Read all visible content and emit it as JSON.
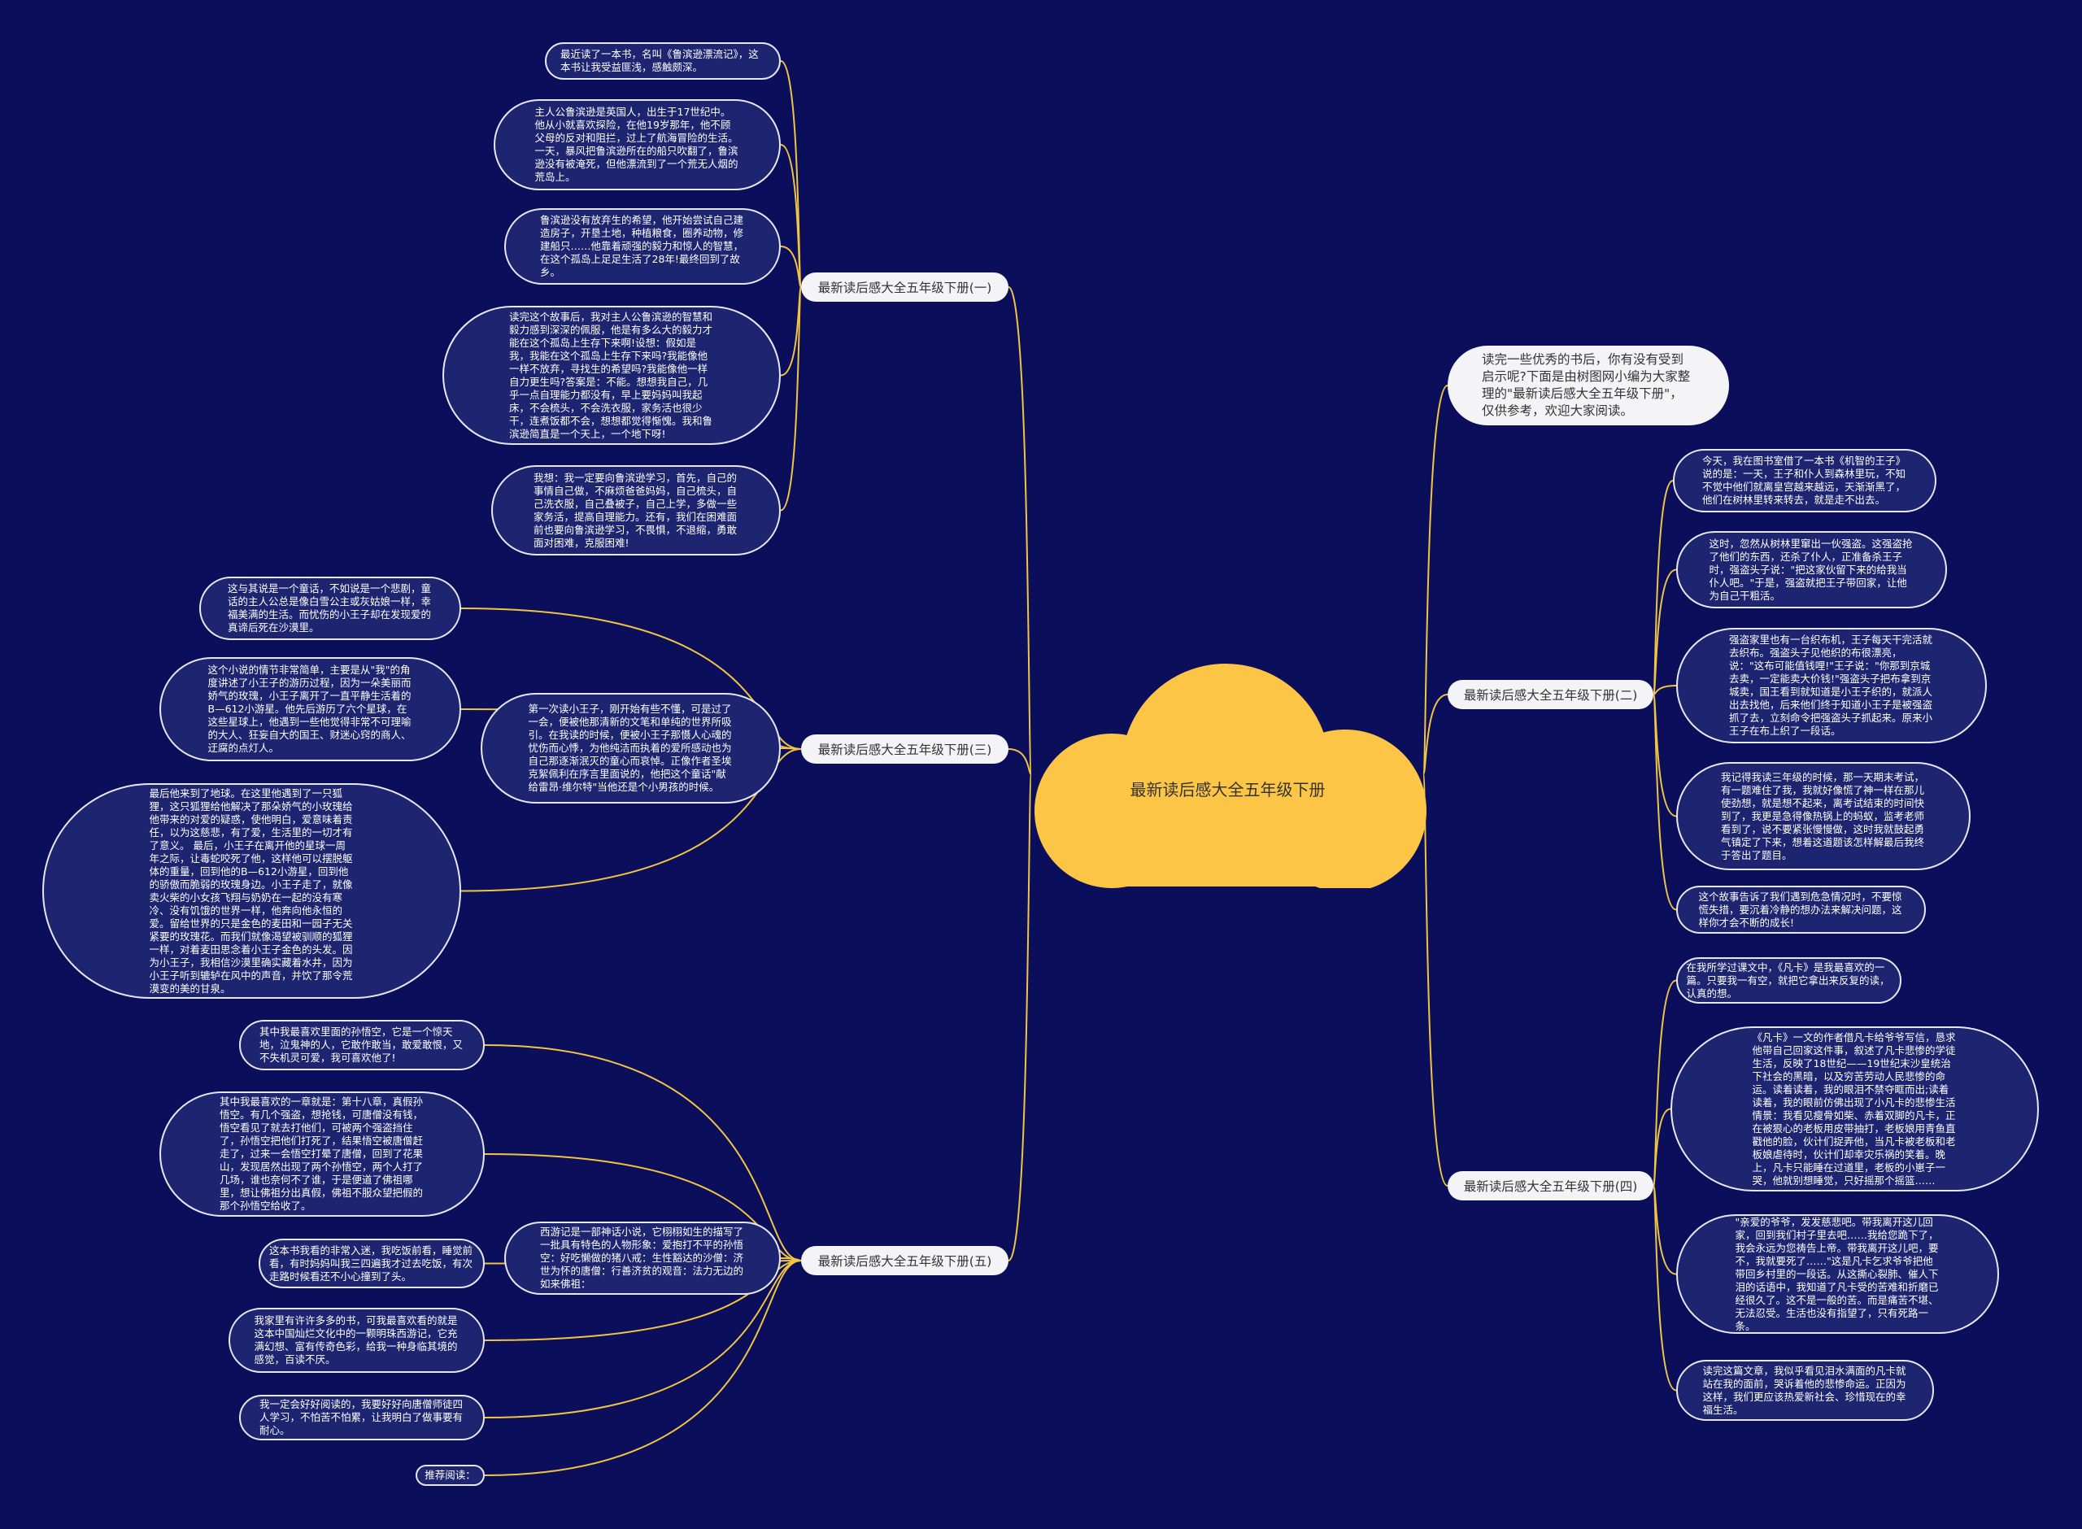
{
  "title": "最新读后感大全五年级下册",
  "intro": "读完一些优秀的书后，你有没有受到启示呢?下面是由树图网小编为大家整理的\"最新读后感大全五年级下册\"，仅供参考，欢迎大家阅读。",
  "colors": {
    "background": "#0a0e5b",
    "center": "#fcc546",
    "connector": "#f2c443",
    "leaf_fill": "#1d2470"
  },
  "branches": [
    {
      "label": "最新读后感大全五年级下册(一)",
      "items": [
        "最近读了一本书，名叫《鲁滨逊漂流记》，这本书让我受益匪浅，感触颇深。",
        "主人公鲁滨逊是英国人，出生于17世纪中。他从小就喜欢探险，在他19岁那年，他不顾父母的反对和阻拦，过上了航海冒险的生活。一天，暴风把鲁滨逊所在的船只吹翻了，鲁滨逊没有被淹死，但他漂流到了一个荒无人烟的荒岛上。",
        "鲁滨逊没有放弃生的希望，他开始尝试自己建造房子，开垦土地，种植粮食，圈养动物，修建船只……他靠着顽强的毅力和惊人的智慧，在这个孤岛上足足生活了28年!最终回到了故乡。",
        "读完这个故事后，我对主人公鲁滨逊的智慧和毅力感到深深的佩服，他是有多么大的毅力才能在这个孤岛上生存下来啊!设想：假如是我，我能在这个孤岛上生存下来吗?我能像他一样不放弃，寻找生的希望吗?我能像他一样自力更生吗?答案是：不能。想想我自己，几乎一点自理能力都没有，早上要妈妈叫我起床，不会梳头，不会洗衣服，家务活也很少干，连煮饭都不会，想想都觉得惭愧。我和鲁滨逊简直是一个天上，一个地下呀!",
        "我想：我一定要向鲁滨逊学习，首先，自己的事情自己做，不麻烦爸爸妈妈，自己梳头，自己洗衣服，自己叠被子，自己上学，多做一些家务活，提高自理能力。还有，我们在困难面前也要向鲁滨逊学习，不畏惧，不退缩，勇敢面对困难，克服困难!"
      ]
    },
    {
      "label": "最新读后感大全五年级下册(二)",
      "items": [
        "今天，我在图书室借了一本书《机智的王子》说的是：一天，王子和仆人到森林里玩，不知不觉中他们就离皇宫越来越远，天渐渐黑了，他们在树林里转来转去，就是走不出去。",
        "这时，忽然从树林里窜出一伙强盗。这强盗抢了他们的东西，还杀了仆人，正准备杀王子时，强盗头子说：\"把这家伙留下来的给我当仆人吧。\"于是，强盗就把王子带回家，让他为自己干粗活。",
        "强盗家里也有一台织布机，王子每天干完活就去织布。强盗头子见他织的布很漂亮，说：\"这布可能值钱哩!\"王子说：\"你那到京城去卖，一定能卖大价钱!\"强盗头子把布拿到京城卖，国王看到就知道是小王子织的，就派人出去找他，后来他们终于知道小王子是被强盗抓了去，立刻命令把强盗头子抓起来。原来小王子在布上织了一段话。",
        "我记得我读三年级的时候，那一天期末考试，有一题难住了我，我就好像慌了神一样在那儿使劲想，就是想不起来，离考试结束的时间快到了，我更是急得像热锅上的蚂蚁，监考老师看到了，说不要紧张慢慢做，这时我就鼓起勇气镇定了下来，想着这道题该怎样解最后我终于答出了题目。",
        "这个故事告诉了我们遇到危急情况时，不要惊慌失措，要沉着冷静的想办法来解决问题，这样你才会不断的成长!"
      ]
    },
    {
      "label": "最新读后感大全五年级下册(三)",
      "items": [
        "这与其说是一个童话，不如说是一个悲剧，童话的主人公总是像白雪公主或灰姑娘一样，幸福美满的生活。而忧伤的小王子却在发现爱的真谛后死在沙漠里。",
        "这个小说的情节非常简单，主要是从\"我\"的角度讲述了小王子的游历过程，因为一朵美丽而娇气的玫瑰，小王子离开了一直平静生活着的B—612小游星。他先后游历了六个星球，在这些星球上，他遇到一些他觉得非常不可理喻的大人、狂妄自大的国王、财迷心窍的商人、迂腐的点灯人。",
        "最后他来到了地球。在这里他遇到了一只狐狸，这只狐狸给他解决了那朵娇气的小玫瑰给他带来的对爱的疑惑，使他明白，爱意味着责任，以为这慈悲，有了爱，生活里的一切才有了意义。 最后，小王子在离开他的星球一周年之际，让毒蛇咬死了他，这样他可以摆脱躯体的重量，回到他的B—612小游星，回到他的骄傲而脆弱的玫瑰身边。小王子走了，就像卖火柴的小女孩飞翔与奶奶在一起的没有寒冷、没有饥饿的世界一样，他奔向他永恒的爱。留给世界的只是金色的麦田和一园子无关紧要的玫瑰花。而我们就像渴望被驯顺的狐狸一样，对着麦田思念着小王子金色的头发。因为小王子，我相信沙漠里确实藏着水井，因为小王子听到辘轳在风中的声音，并饮了那令荒漠变的美的甘泉。",
        "第一次读小王子，刚开始有些不懂，可是过了一会，便被他那清新的文笔和单纯的世界所吸引。在我读的时候，便被小王子那慑人心魂的忧伤而心悸，为他纯洁而执着的爱所感动也为自己那逐渐泯灭的童心而哀悼。正像作者圣埃克絮佩利在序言里面说的，他把这个童话\"献给雷昂·维尔特\"当他还是个小男孩的时候。"
      ]
    },
    {
      "label": "最新读后感大全五年级下册(四)",
      "items": [
        "在我所学过课文中，《凡卡》是我最喜欢的一篇。只要我一有空，就把它拿出来反复的读，认真的想。",
        "《凡卡》一文的作者借凡卡给爷爷写信，恳求他带自己回家这件事，叙述了凡卡悲惨的学徒生活，反映了18世纪——19世纪末沙皇统治下社会的黑暗，以及穷苦劳动人民悲惨的命运。读着读着，我的眼泪不禁夺眶而出;读着读着，我的眼前仿佛出现了小凡卡的悲惨生活情景：我看见瘦骨如柴、赤着双脚的凡卡，正在被狠心的老板用皮带抽打，老板娘用青鱼直戳他的脸，伙计们捉弄他，当凡卡被老板和老板娘虐待时，伙计们却幸灾乐祸的笑着。晚上，凡卡只能睡在过道里，老板的小崽子一哭，他就别想睡觉，只好摇那个摇篮……",
        "\"亲爱的爷爷，发发慈悲吧。带我离开这儿回家，回到我们村子里去吧……我给您跪下了，我会永远为您祷告上帝。带我离开这儿吧，要不，我就要死了……\"这是凡卡乞求爷爷把他带回乡村里的一段话。从这撕心裂肺、催人下泪的话语中，我知道了凡卡受的苦难和折磨已经很久了。这不是一般的苦。而是痛苦不堪、无法忍受。生活也没有指望了，只有死路一条。",
        "读完这篇文章，我似乎看见泪水满面的凡卡就站在我的面前，哭诉着他的悲惨命运。正因为这样，我们更应该热爱新社会、珍惜现在的幸福生活。"
      ]
    },
    {
      "label": "最新读后感大全五年级下册(五)",
      "items": [
        "其中我最喜欢里面的孙悟空，它是一个惊天地，泣鬼神的人，它敢作敢当，敢爱敢恨，又不失机灵可爱，我可喜欢他了!",
        "其中我最喜欢的一章就是：第十八章，真假孙悟空。有几个强盗，想抢钱，可唐僧没有钱，悟空看见了就去打他们，可被两个强盗挡住了，孙悟空把他们打死了，结果悟空被唐僧赶走了，过来一会悟空打晕了唐僧，回到了花果山，发现居然出现了两个孙悟空，两个人打了几场，谁也奈何不了谁，于是便道了佛祖哪里，想让佛祖分出真假，佛祖不服众望把假的那个孙悟空给收了。",
        "这本书我看的非常入迷，我吃饭前看，睡觉前看，有时妈妈叫我三四遍我才过去吃饭，有次走路时候看还不小心撞到了头。",
        "我家里有许许多多的书，可我最喜欢看的就是这本中国灿烂文化中的一颗明珠西游记，它充满幻想、富有传奇色彩，给我一种身临其境的感觉，百读不厌。",
        "我一定会好好阅读的，我要好好向唐僧师徒四人学习，不怕苦不怕累，让我明白了做事要有耐心。",
        "推荐阅读：",
        "西游记是一部神话小说，它栩栩如生的描写了一批具有特色的人物形象：爱抱打不平的孙悟空：好吃懒做的猪八戒：生性豁达的沙僧：济世为怀的唐僧：行善济贫的观音：法力无边的如来佛祖："
      ]
    }
  ]
}
